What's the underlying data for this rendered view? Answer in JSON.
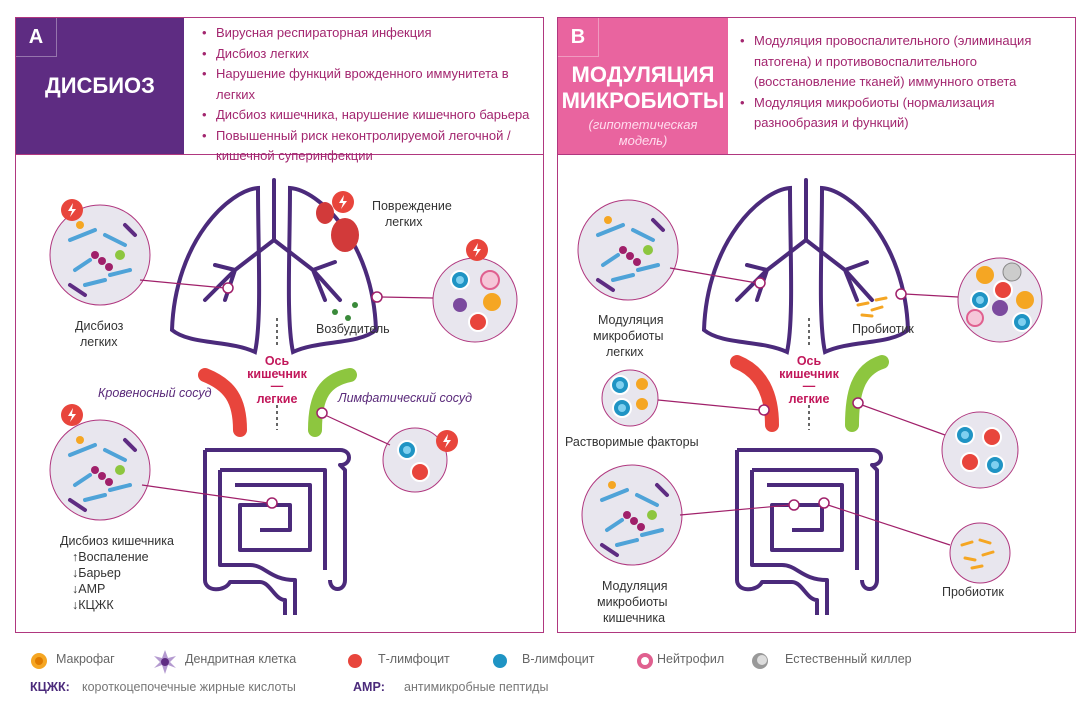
{
  "panel_a": {
    "letter": "A",
    "title": "ДИСБИОЗ",
    "color": "#5e2c82",
    "bullets": [
      "Вирусная респираторная инфекция",
      "Дисбиоз легких",
      "Нарушение функций врожденного иммунитета в легких",
      "Дисбиоз кишечника, нарушение кишечного барьера",
      "Повышенный риск неконтролируемой легочной / кишечной суперинфекции"
    ],
    "labels": {
      "lung_damage": [
        "Повреждение",
        "легких"
      ],
      "pathogen": "Возбудитель",
      "lung_dysbiosis": [
        "Дисбиоз",
        "легких"
      ],
      "blood_vessel": "Кровеносный сосуд",
      "lymph_vessel": "Лимфатический сосуд",
      "axis": [
        "Ось",
        "кишечник",
        "—",
        "легкие"
      ],
      "gut_dysbiosis": "Дисбиоз кишечника",
      "gut_effects": [
        "↑Воспаление",
        "↓Барьер",
        "↓АМР",
        "↓КЦЖК"
      ]
    }
  },
  "panel_b": {
    "letter": "B",
    "title_lines": [
      "МОДУЛЯЦИЯ",
      "МИКРОБИОТЫ"
    ],
    "subtitle_lines": [
      "(гипотетическая",
      "модель)"
    ],
    "color": "#e9649f",
    "bullets": [
      "Модуляция провоспалительного (элиминация патогена) и противовоспалительного (восстановление тканей) иммунного ответа",
      "Модуляция микробиоты (нормализация разнообразия и функций)"
    ],
    "labels": {
      "lung_modulation": [
        "Модуляция",
        "микробиоты",
        "легких"
      ],
      "probiotic_lung": "Пробиотик",
      "soluble_factors": "Растворимые факторы",
      "axis": [
        "Ось",
        "кишечник",
        "—",
        "легкие"
      ],
      "gut_modulation": [
        "Модуляция",
        "микробиоты",
        "кишечника"
      ],
      "probiotic_gut": "Пробиотик"
    }
  },
  "legend": {
    "items": [
      {
        "icon": "macrophage-icon",
        "label": "Макрофаг",
        "color": "#f5a623"
      },
      {
        "icon": "dendritic-cell-icon",
        "label": "Дендритная клетка",
        "color": "#7b4a9e"
      },
      {
        "icon": "t-lymphocyte-icon",
        "label": "Т-лимфоцит",
        "color": "#e8453c"
      },
      {
        "icon": "b-lymphocyte-icon",
        "label": "В-лимфоцит",
        "color": "#1f94c4"
      },
      {
        "icon": "neutrophil-icon",
        "label": "Нейтрофил",
        "color": "#e0608f"
      },
      {
        "icon": "natural-killer-icon",
        "label": "Естественный киллер",
        "color": "#999999"
      }
    ],
    "abbr": [
      {
        "key": "КЦЖК:",
        "value": "короткоцепочечные жирные кислоты"
      },
      {
        "key": "AMP:",
        "value": "антимикробные пептиды"
      }
    ]
  }
}
